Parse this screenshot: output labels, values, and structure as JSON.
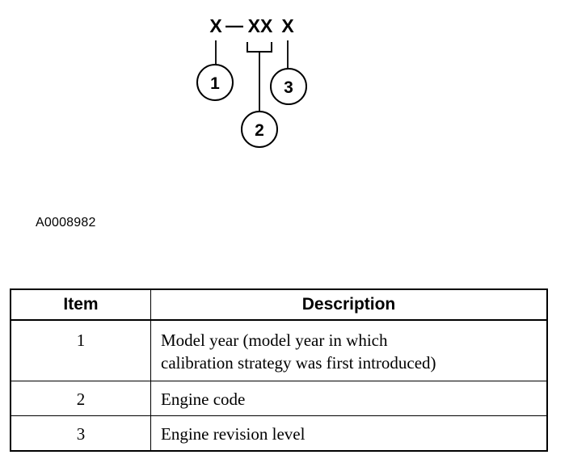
{
  "diagram": {
    "code_parts": [
      "X",
      "XX",
      "X"
    ],
    "separator": "—",
    "callouts": [
      "1",
      "2",
      "3"
    ]
  },
  "figure_id": "A0008982",
  "table": {
    "headers": {
      "item": "Item",
      "description": "Description"
    },
    "rows": [
      {
        "item": "1",
        "description_lines": [
          "Model year (model year in which",
          "calibration strategy was first introduced)"
        ]
      },
      {
        "item": "2",
        "description_lines": [
          "Engine code"
        ]
      },
      {
        "item": "3",
        "description_lines": [
          "Engine revision level"
        ]
      }
    ]
  }
}
